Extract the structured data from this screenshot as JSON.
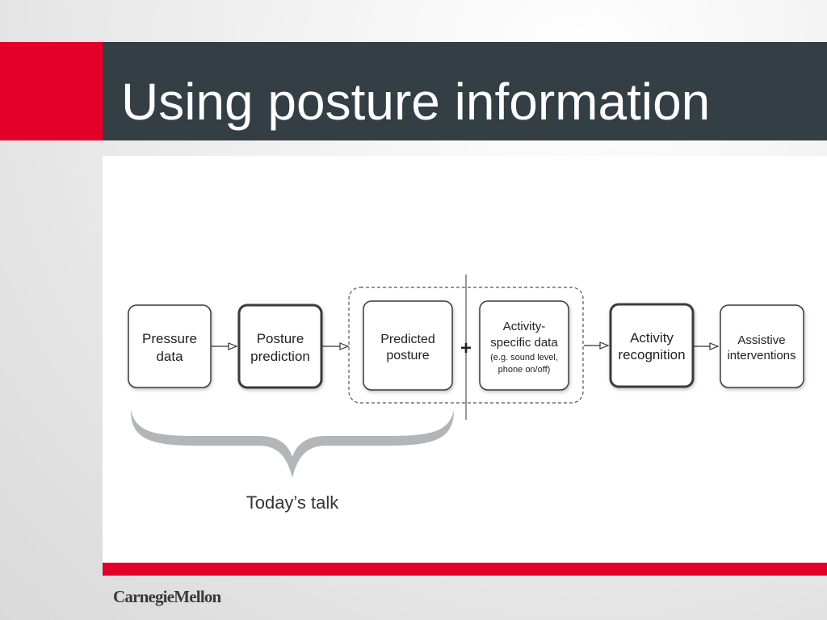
{
  "slide": {
    "title": "Using posture information",
    "logo": "CarnegieMellon"
  },
  "diagram": {
    "boxes": {
      "pressure_data": [
        "Pressure",
        "data"
      ],
      "posture_prediction": [
        "Posture",
        "prediction"
      ],
      "predicted_posture": [
        "Predicted",
        "posture"
      ],
      "activity_specific_data": [
        "Activity-",
        "specific data",
        "(e.g. sound level,",
        "phone on/off)"
      ],
      "activity_recognition": [
        "Activity",
        "recognition"
      ],
      "assistive_interventions": [
        "Assistive",
        "interventions"
      ]
    },
    "plus": "+",
    "brace_label": "Today’s talk"
  },
  "colors": {
    "accent_red": "#e2002a",
    "title_bar": "#333f45",
    "brace": "#b3b6b8",
    "box_border": "#3a3a3a"
  }
}
